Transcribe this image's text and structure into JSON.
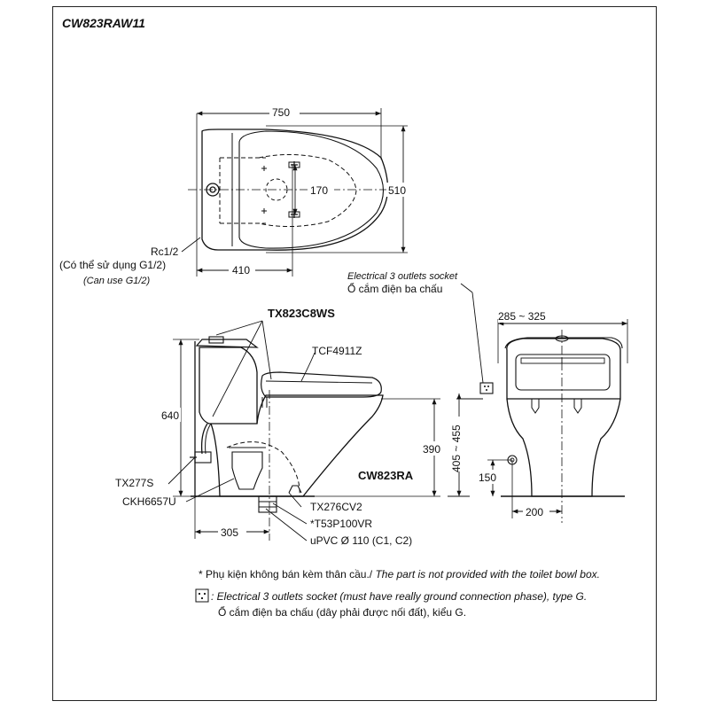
{
  "title": "CW823RAW11",
  "dimensions": {
    "top_width": "750",
    "top_depth": "510",
    "bolt_spacing": "170",
    "drain_offset_top": "410",
    "side_height": "640",
    "seat_height": "390",
    "socket_height": "405 ~ 455",
    "drain_offset_side": "305",
    "tank_width": "285 ~ 325",
    "supply_height": "150",
    "supply_offset": "200"
  },
  "annotations": {
    "rc_line1": "Rc1/2",
    "rc_line2": "(Có thể sử dụng G1/2)",
    "rc_line3": "(Can use G1/2)",
    "socket_label_en": "Electrical 3 outlets socket",
    "socket_label_vi": "Ổ cắm điện ba chấu",
    "tx823c8ws": "TX823C8WS",
    "tcf4911z": "TCF4911Z",
    "cw823ra": "CW823RA",
    "tx277s": "TX277S",
    "ckh6657u": "CKH6657U",
    "tx276cv2": "TX276CV2",
    "t53p100vr": "*T53P100VR",
    "upvc": "uPVC Ø 110 (C1, C2)"
  },
  "notes": {
    "note1_vi": "* Phụ kiện không bán kèm thân cầu./",
    "note1_en": " The part is not provided with the toilet bowl box.",
    "note2_en": ": Electrical 3 outlets socket (must have really ground connection phase), type G.",
    "note2_vi": "Ổ cắm điện ba chấu (dây phải được nối đất), kiểu G."
  }
}
